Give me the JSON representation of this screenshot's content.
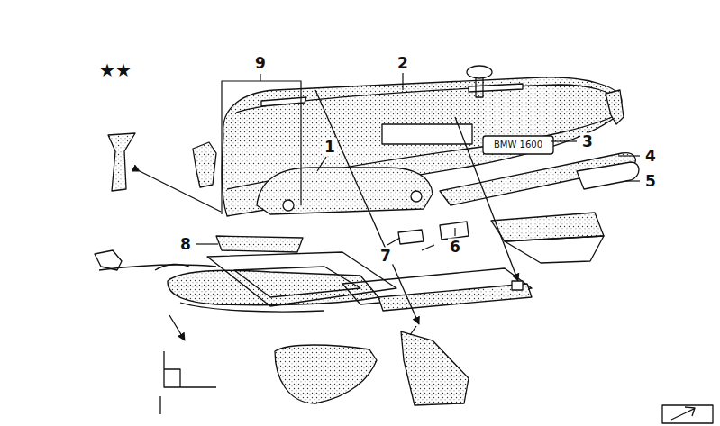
{
  "diagram": {
    "labels": [
      "★★",
      "9",
      "2",
      "1",
      "3",
      "4",
      "5",
      "8",
      "7",
      "6",
      "BMW 1600"
    ]
  }
}
